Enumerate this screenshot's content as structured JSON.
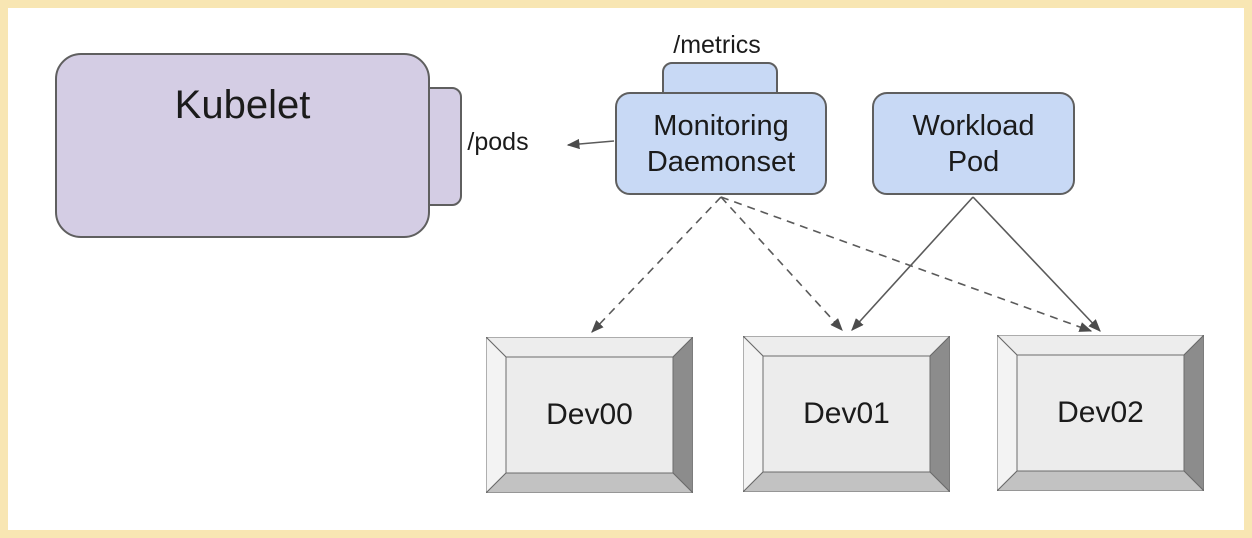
{
  "frame": {
    "border_color": "#f8e6b3",
    "canvas_color": "#ffffff"
  },
  "nodes": {
    "kubelet": {
      "label": "Kubelet",
      "fill": "#d4cde4",
      "endpoint_label": "/pods"
    },
    "monitoring_daemonset": {
      "label": "Monitoring\nDaemonset",
      "fill": "#c8d9f5",
      "endpoint_label": "/metrics"
    },
    "workload_pod": {
      "label": "Workload\nPod",
      "fill": "#c8d9f5"
    }
  },
  "devices": [
    {
      "label": "Dev00"
    },
    {
      "label": "Dev01"
    },
    {
      "label": "Dev02"
    }
  ],
  "edges": [
    {
      "from": "monitoring_daemonset",
      "to": "kubelet./pods",
      "style": "solid-arrow"
    },
    {
      "from": "monitoring_daemonset",
      "to": "Dev00",
      "style": "dashed-arrow"
    },
    {
      "from": "monitoring_daemonset",
      "to": "Dev01",
      "style": "dashed-arrow"
    },
    {
      "from": "monitoring_daemonset",
      "to": "Dev02",
      "style": "dashed-arrow"
    },
    {
      "from": "workload_pod",
      "to": "Dev01",
      "style": "solid-arrow"
    },
    {
      "from": "workload_pod",
      "to": "Dev02",
      "style": "solid-arrow"
    }
  ],
  "colors": {
    "node_border": "#5f5f5f",
    "edge_stroke": "#5a5a5a",
    "device_face": "#ececec",
    "device_bevel_dark": "#8c8c8c"
  }
}
